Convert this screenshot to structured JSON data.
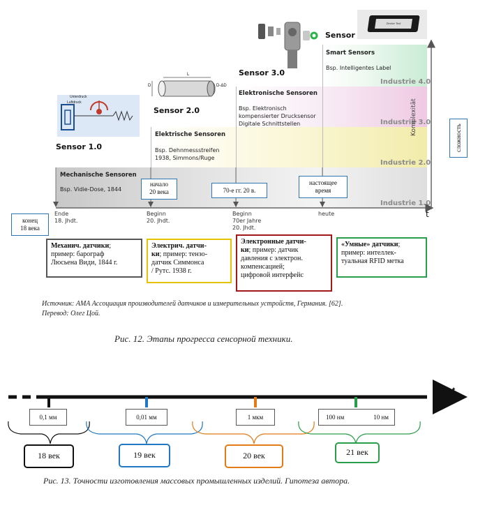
{
  "fig12": {
    "industry": [
      "Industrie 4.0",
      "Industrie 3.0",
      "Industrie 2.0",
      "Industrie 1.0"
    ],
    "sensors": [
      "Sensor 1.0",
      "Sensor 2.0",
      "Sensor 3.0",
      "Sensor 4.0"
    ],
    "axis_t": "t",
    "axis_y": "Komplexität",
    "axis_y_ru": "сложность",
    "categories": [
      {
        "head": "Mechanische Sensoren",
        "ex": "Bsp. Vidie-Dose, 1844"
      },
      {
        "head": "Elektrische Sensoren",
        "ex": "Bsp. Dehnmessstreifen\n1938, Simmons/Ruge"
      },
      {
        "head": "Elektronische Sensoren",
        "ex": "Bsp. Elektronisch\nkompensierter Drucksensor\nDigitale Schnittstellen"
      },
      {
        "head": "Smart Sensors",
        "ex": "Bsp. Intelligentes Label"
      }
    ],
    "ticks": [
      "Ende\n18. Jhdt.",
      "Beginn\n20. Jhdt.",
      "Beginn\n70er Jahre\n20. Jhdt.",
      "heute"
    ],
    "notes": [
      "конец\n18 века",
      "начало\n20 века",
      "70-е гг. 20 в.",
      "настоящее\nвремя"
    ],
    "sensor1_labels": [
      "Unterdruck",
      "Luftdruck"
    ],
    "sensor2_dims": [
      "D",
      "L",
      "D-ΔD"
    ],
    "device_label": "Device Text",
    "ru_boxes": [
      {
        "title": "Механич. датчики",
        "rest": ";\nпример: барограф\nЛюсьена Види, 1844 г.",
        "color": "#555555"
      },
      {
        "title": "Электрич. датчи-\nки",
        "rest": "; пример: тензо-\nдатчик Симмонса\n/ Рутс. 1938 г.",
        "color": "#e6c300"
      },
      {
        "title": "Электронные датчи-\nки",
        "rest": "; пример: датчик\nдавления с электрон.\nкомпенсацией;\nцифровой интерфейс",
        "color": "#a01818"
      },
      {
        "title": "«Умные» датчики",
        "rest": ";\nпример: интеллек-\nтуальная RFID метка",
        "color": "#2a9d4a"
      }
    ],
    "source_line1": "Источник: AMA Ассоциация производителей датчиков и измерительных устройств, Германия. [62].",
    "source_line2": "Перевод: Олег Цой.",
    "caption": "Рис. 12.  Этапы прогресса сенсорной техники."
  },
  "fig13": {
    "axis_t": "t",
    "precisions": [
      "0,1 мм",
      "0,01 мм",
      "1 мкм",
      "100 нм",
      "10 нм"
    ],
    "centuries": [
      "18 век",
      "19 век",
      "20 век",
      "21 век"
    ],
    "colors": [
      "#111111",
      "#1f78c1",
      "#e07b16",
      "#2a9d4a"
    ],
    "caption": "Рис. 13. Точности изготовления массовых промышленных изделий. Гипотеза автора."
  }
}
